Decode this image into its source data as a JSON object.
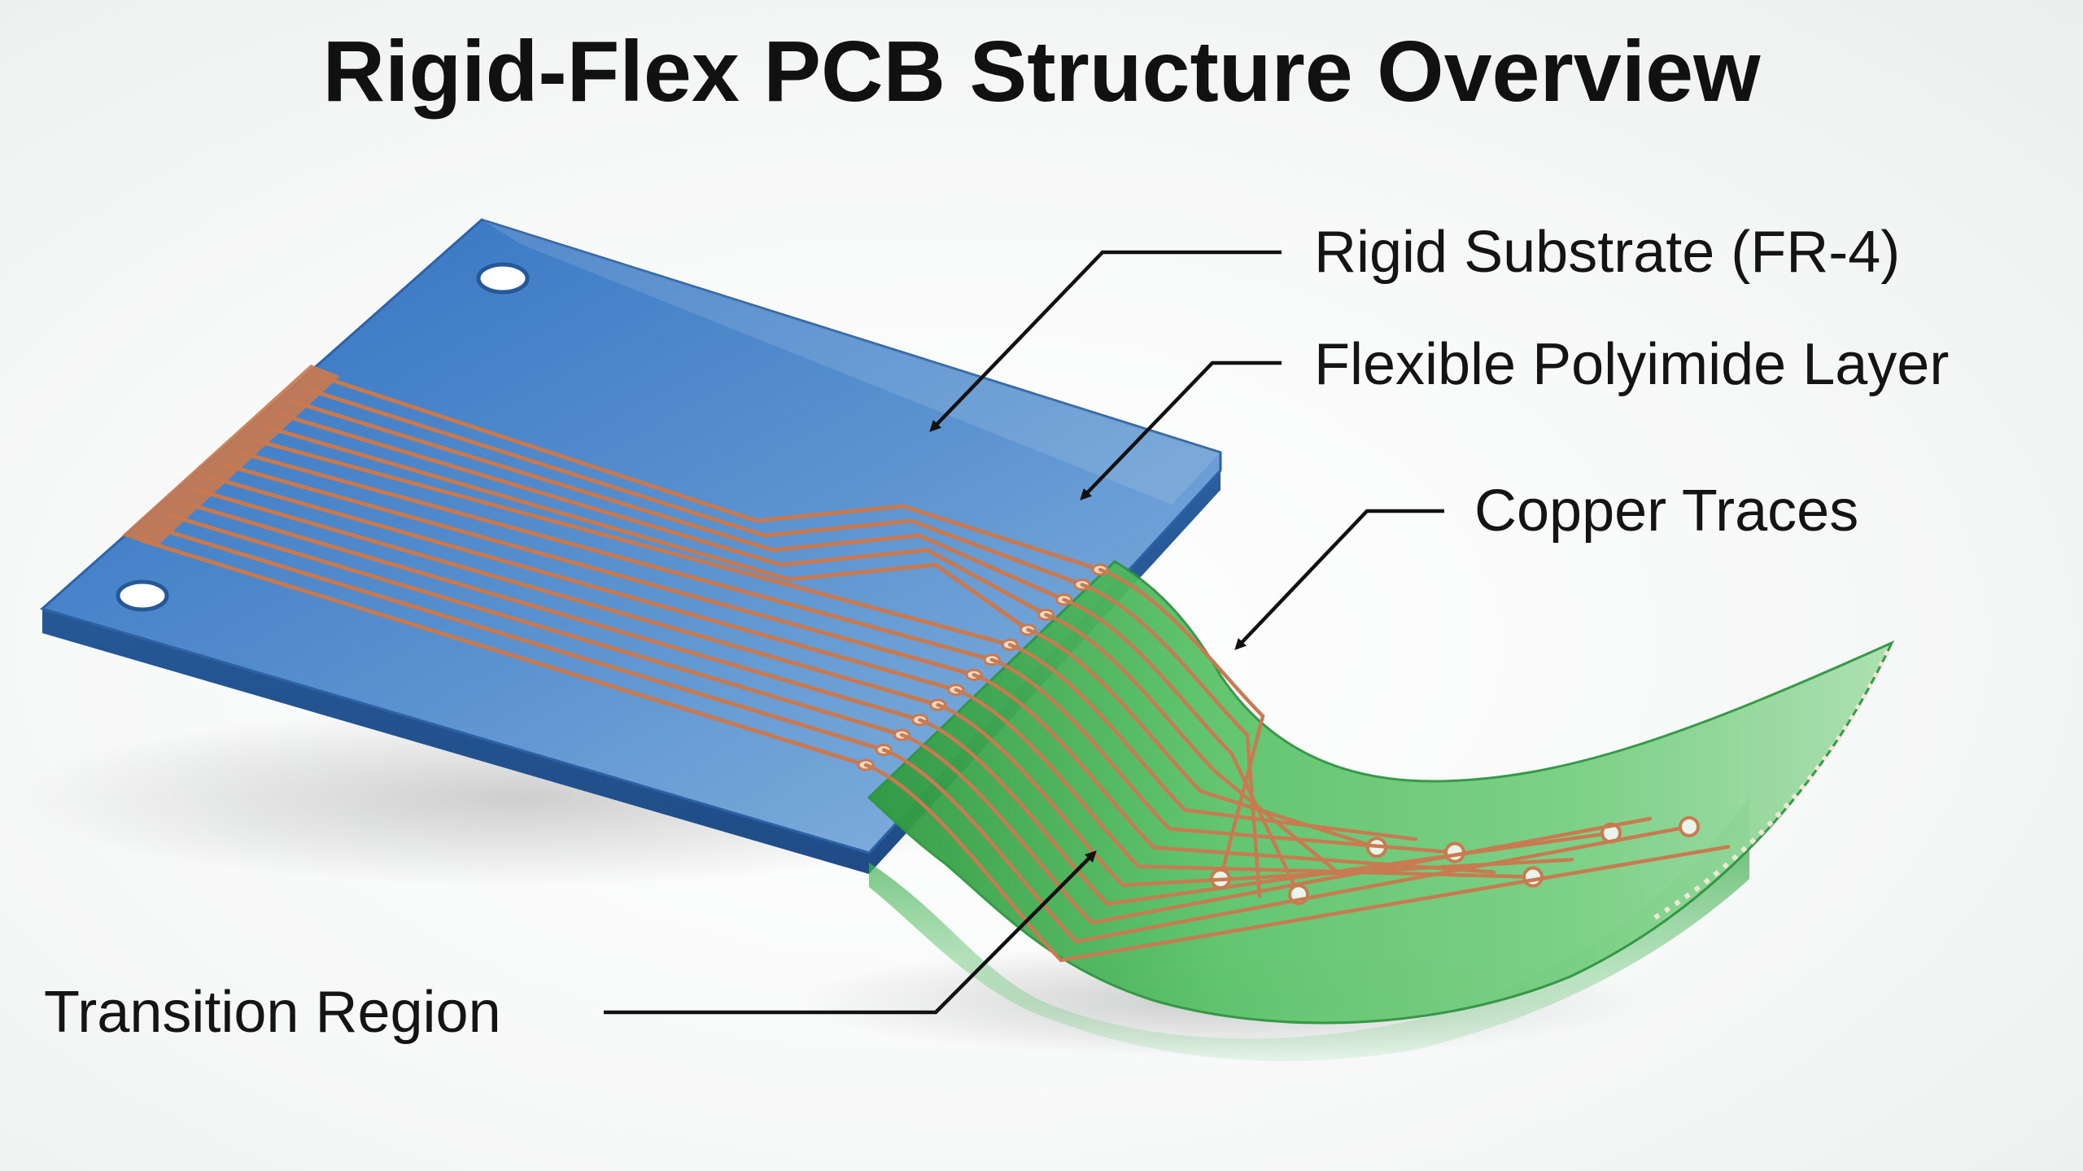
{
  "title": "Rigid-Flex PCB Structure Overview",
  "labels": {
    "rigid_substrate": "Rigid Substrate (FR-4)",
    "flexible_layer": "Flexible Polyimide Layer",
    "copper_traces": "Copper Traces",
    "transition_region": "Transition Region"
  },
  "colors": {
    "rigid_board": "#4a86c8",
    "flex_layer": "#3fae4f",
    "copper": "#c8794f",
    "callout_line": "#111111"
  }
}
